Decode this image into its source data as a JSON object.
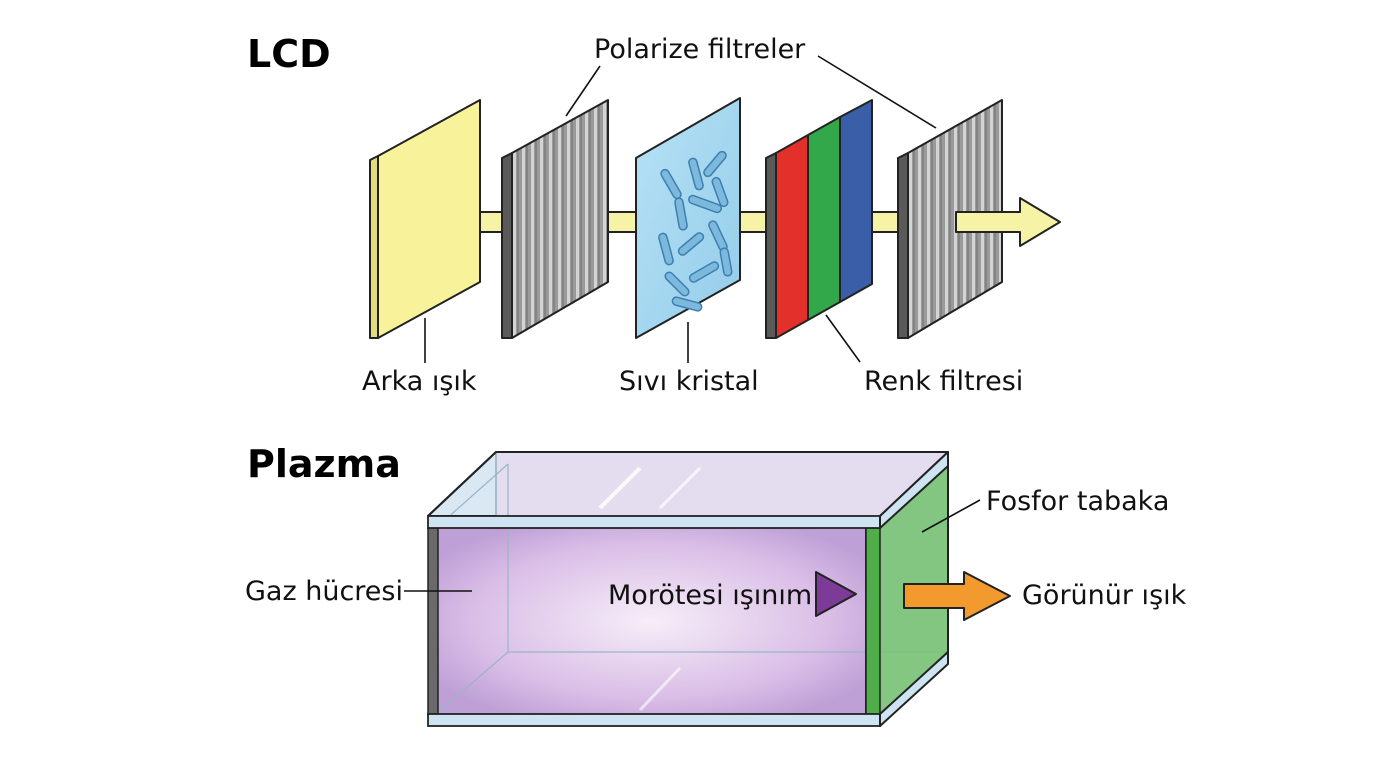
{
  "lcd": {
    "title": "LCD",
    "labels": {
      "polarizers": "Polarize filtreler",
      "backlight": "Arka ışık",
      "liquid_crystal": "Sıvı kristal",
      "color_filter": "Renk filtresi"
    }
  },
  "plasma": {
    "title": "Plazma",
    "labels": {
      "phosphor_layer": "Fosfor tabaka",
      "gas_cell": "Gaz hücresi",
      "uv_radiation": "Morötesi ışınım",
      "visible_light": "Görünür ışık"
    }
  },
  "colors": {
    "backlight": "#f8f29a",
    "polarizer": "#8c8c8c",
    "liquid_crystal": "#a9d9f2",
    "filter_red": "#e3302a",
    "filter_green": "#33a84a",
    "filter_blue": "#3a5ea8",
    "light_beam": "#f7f3a6",
    "gas_glow": "#d7b6e3",
    "phosphor": "#7cc47a",
    "uv_arrow": "#7d3b98",
    "visible_arrow": "#f39a2e"
  }
}
